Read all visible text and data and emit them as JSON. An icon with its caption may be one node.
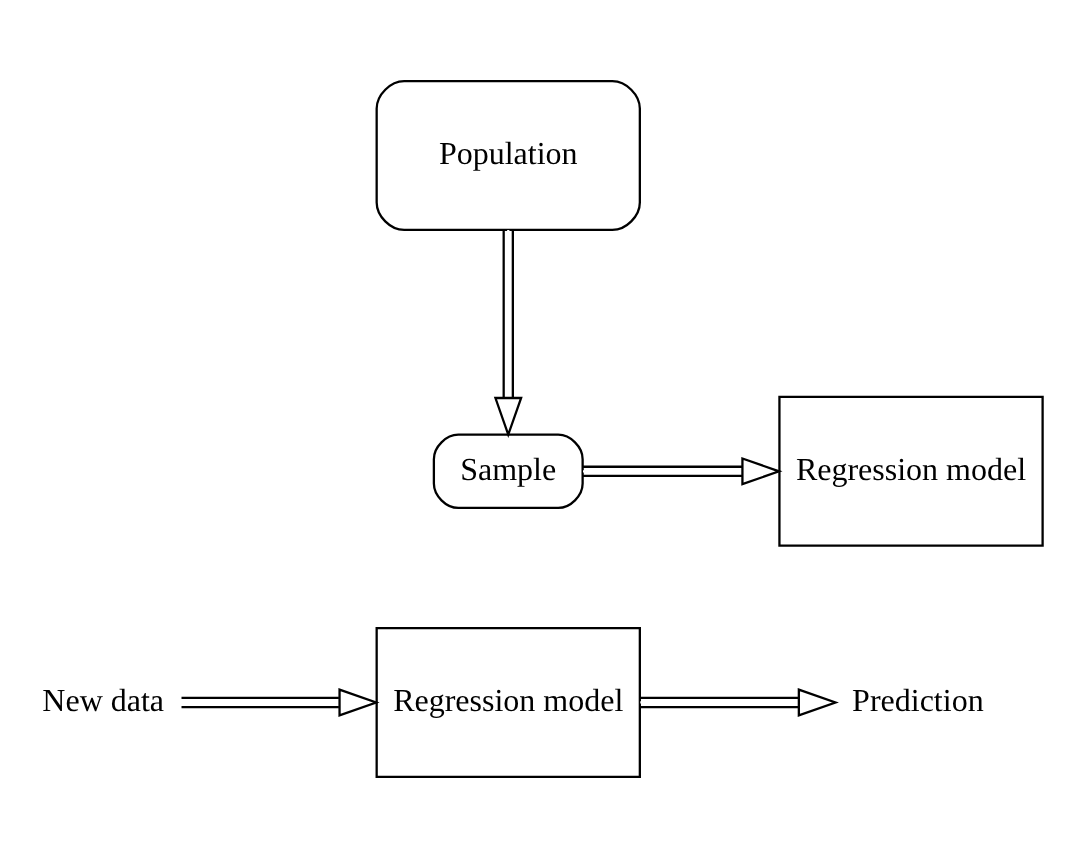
{
  "diagram": {
    "nodes": [
      {
        "text": [
          "Population"
        ]
      },
      {
        "text": [
          "Sample"
        ]
      },
      {
        "text": [
          "Regression model"
        ]
      },
      {
        "text": [
          "New data"
        ]
      },
      {
        "text": [
          "Regression model"
        ]
      },
      {
        "text": [
          "Prediction"
        ]
      }
    ],
    "edges": [
      {
        "from": 0,
        "to": 1,
        "arrow": "to"
      },
      {
        "from": 1,
        "to": 2,
        "arrow": "to"
      },
      {
        "from": 3,
        "to": 4,
        "arrow": "to"
      },
      {
        "from": 4,
        "to": 5,
        "arrow": "to"
      }
    ]
  }
}
